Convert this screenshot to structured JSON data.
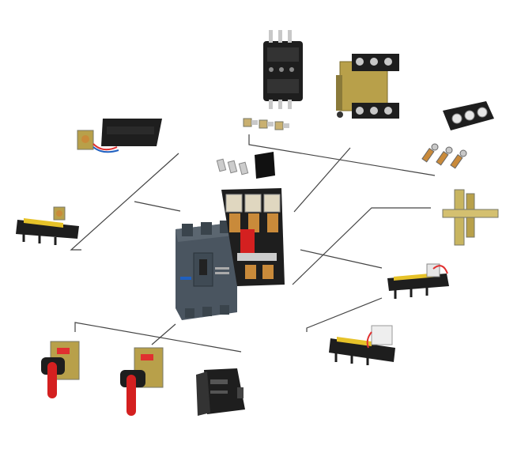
{
  "colors": {
    "background": "#ffffff",
    "line": "#444444",
    "body_dark": "#4a5560",
    "body_mid": "#5b6670",
    "black_part": "#1e1e1e",
    "copper": "#c98a3a",
    "brass": "#b8a04a",
    "yellow_bar": "#e6c229",
    "red_handle": "#d42020",
    "red_wire": "#e03030",
    "silver": "#c8c8c8",
    "label_blue": "#2060c0"
  },
  "components": [
    {
      "name": "terminal-cover-plug-in-base",
      "icon": "fuse-base-icon"
    },
    {
      "name": "drawout-mechanism",
      "icon": "drawout-icon"
    },
    {
      "name": "terminal-shield",
      "icon": "terminal-shield-icon"
    },
    {
      "name": "connection-bolts",
      "icon": "bolts-icon"
    },
    {
      "name": "cable-lugs",
      "icon": "lugs-icon"
    },
    {
      "name": "busbar-extensions",
      "icon": "busbar-icon"
    },
    {
      "name": "insulation-barrier",
      "icon": "barrier-icon"
    },
    {
      "name": "shunt-release",
      "icon": "shunt-release-icon"
    },
    {
      "name": "auxiliary-contact",
      "icon": "auxiliary-contact-icon"
    },
    {
      "name": "main-breaker",
      "icon": "breaker-icon"
    },
    {
      "name": "breaker-internals",
      "icon": "internals-icon"
    },
    {
      "name": "mechanical-interlock",
      "icon": "interlock-icon"
    },
    {
      "name": "alarm-contact",
      "icon": "alarm-contact-icon"
    },
    {
      "name": "undervoltage-release",
      "icon": "uv-release-icon"
    },
    {
      "name": "rotary-handle-direct",
      "icon": "rotary-handle-icon"
    },
    {
      "name": "rotary-handle-extended",
      "icon": "rotary-handle-icon"
    },
    {
      "name": "motor-operator",
      "icon": "motor-operator-icon"
    }
  ]
}
